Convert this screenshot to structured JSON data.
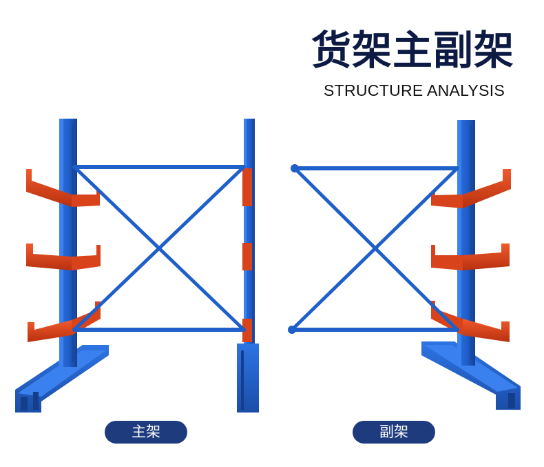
{
  "title": "货架主副架",
  "subtitle": "STRUCTURE ANALYSIS",
  "labels": {
    "main_rack": "主架",
    "sub_rack": "副架"
  },
  "colors": {
    "frame_blue": "#1f5fc9",
    "arm_orange": "#e0401c",
    "title_navy": "#0d1a44",
    "pill_navy": "#1e3b7e"
  }
}
